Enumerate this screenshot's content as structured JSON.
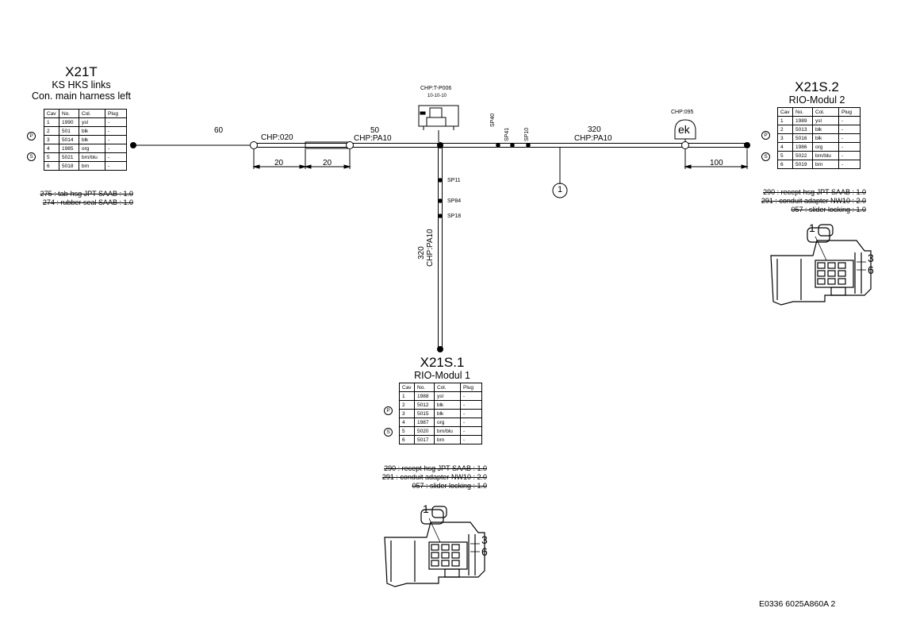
{
  "drawing_ref": "E0336 6025A860A 2",
  "connectors": {
    "x21t": {
      "title": "X21T",
      "subtitle1": "KS HKS links",
      "subtitle2": "Con. main harness left",
      "headers": [
        "Cav",
        "No.",
        "Col.",
        "Plug"
      ],
      "rows": [
        [
          "1",
          "1990",
          "ysl",
          "-"
        ],
        [
          "2",
          "501",
          "blk",
          "-"
        ],
        [
          "3",
          "5014",
          "blk",
          "-"
        ],
        [
          "4",
          "1985",
          "org",
          "-"
        ],
        [
          "5",
          "5021",
          "brn/blu",
          "-"
        ],
        [
          "6",
          "5018",
          "brn",
          "-"
        ]
      ],
      "symbols": {
        "p": "P",
        "s": "S"
      },
      "notes": [
        "275 : tab-hsg JPT SAAB : 1.0",
        "274 : rubber seal SAAB : 1.0"
      ]
    },
    "x21s2": {
      "title": "X21S.2",
      "subtitle1": "RIO-Modul 2",
      "headers": [
        "Cav",
        "No.",
        "Col.",
        "Plug"
      ],
      "rows": [
        [
          "1",
          "1989",
          "ysl",
          "-"
        ],
        [
          "2",
          "5013",
          "blk",
          "-"
        ],
        [
          "3",
          "5016",
          "blk",
          "-"
        ],
        [
          "4",
          "1986",
          "org",
          "-"
        ],
        [
          "5",
          "5022",
          "brn/blu",
          "-"
        ],
        [
          "6",
          "5019",
          "brn",
          "-"
        ]
      ],
      "symbols": {
        "p": "P",
        "s": "S"
      },
      "notes": [
        "290 : recept-hsg JPT SAAB : 1.0",
        "291 : conduit adapter NW10 : 2.0",
        "057 : slider locking : 1.0"
      ]
    },
    "x21s1": {
      "title": "X21S.1",
      "subtitle1": "RIO-Modul 1",
      "headers": [
        "Cav",
        "No.",
        "Col.",
        "Plug"
      ],
      "rows": [
        [
          "1",
          "1988",
          "ysl",
          "-"
        ],
        [
          "2",
          "5012",
          "blk",
          "-"
        ],
        [
          "3",
          "5015",
          "blk",
          "-"
        ],
        [
          "4",
          "1987",
          "org",
          "-"
        ],
        [
          "5",
          "5020",
          "brn/blu",
          "-"
        ],
        [
          "6",
          "5017",
          "brn",
          "-"
        ]
      ],
      "symbols": {
        "p": "P",
        "s": "S"
      },
      "notes": [
        "290 : recept-hsg JPT SAAB : 1.0",
        "291 : conduit adapter NW10 : 2.0",
        "057 : slider locking : 1.0"
      ]
    }
  },
  "harness": {
    "seg_left_len": "60",
    "seg_mid_len": "50",
    "seg_mid_chp": "CHP:PA10",
    "seg_right_len": "320",
    "seg_right_chp": "CHP:PA10",
    "seg_down_len": "320",
    "seg_down_chp": "CHP:PA10",
    "chp_020": "CHP:020",
    "dim_a": "20",
    "dim_b": "20",
    "dim_c": "100",
    "clip_label": "CHP:T-P006",
    "clip_sub": "10-10-10",
    "ek_chp": "CHP:095",
    "ek_text": "ek",
    "splices_h": [
      "SP40",
      "SP41",
      "SP10"
    ],
    "splices_v": [
      "SP11",
      "SP84",
      "SP18"
    ],
    "callout": "1"
  },
  "pin_labels": {
    "top": "1",
    "mid": "3",
    "bot": "6"
  }
}
